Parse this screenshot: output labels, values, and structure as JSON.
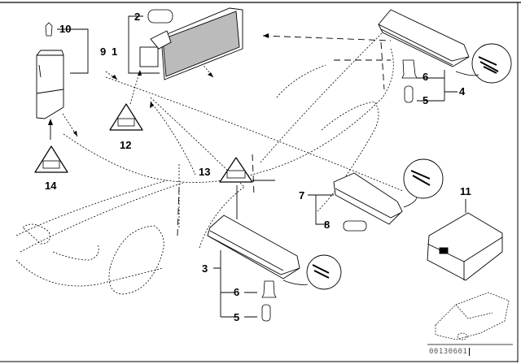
{
  "diagram": {
    "title": "Interior lighting parts diagram",
    "document_id": "00130601",
    "callouts": [
      {
        "id": "c10",
        "text": "10"
      },
      {
        "id": "c2",
        "text": "2"
      },
      {
        "id": "c9",
        "text": "9"
      },
      {
        "id": "c1",
        "text": "1"
      },
      {
        "id": "c12",
        "text": "12"
      },
      {
        "id": "c14",
        "text": "14"
      },
      {
        "id": "c13",
        "text": "13"
      },
      {
        "id": "c6a",
        "text": "6"
      },
      {
        "id": "c5a",
        "text": "5"
      },
      {
        "id": "c4",
        "text": "4"
      },
      {
        "id": "c7",
        "text": "7"
      },
      {
        "id": "c8",
        "text": "8"
      },
      {
        "id": "c11",
        "text": "11"
      },
      {
        "id": "c3",
        "text": "3"
      },
      {
        "id": "c6b",
        "text": "6"
      },
      {
        "id": "c5b",
        "text": "5"
      }
    ],
    "parts": [
      {
        "name": "footwell-light-module",
        "callout": "10"
      },
      {
        "name": "bulb-festoon-small",
        "callout": "2"
      },
      {
        "name": "interior-light-grille",
        "callout": "1"
      },
      {
        "name": "trunk-light-lens",
        "callout": "4"
      },
      {
        "name": "bulb-socket",
        "callout": "6"
      },
      {
        "name": "wedge-bulb",
        "callout": "5"
      },
      {
        "name": "door-light-housing",
        "callout": "7"
      },
      {
        "name": "festoon-bulb",
        "callout": "8"
      },
      {
        "name": "repair-kit-box",
        "callout": "11"
      },
      {
        "name": "glovebox-light-lens",
        "callout": "3"
      }
    ],
    "warning_icons": [
      {
        "callout": "12",
        "icon": "warning-triangle-icon"
      },
      {
        "callout": "14",
        "icon": "warning-triangle-icon"
      },
      {
        "callout": "13",
        "icon": "warning-triangle-icon"
      }
    ],
    "colors": {
      "ink": "#000000",
      "background": "#ffffff",
      "docid": "#555555"
    }
  }
}
